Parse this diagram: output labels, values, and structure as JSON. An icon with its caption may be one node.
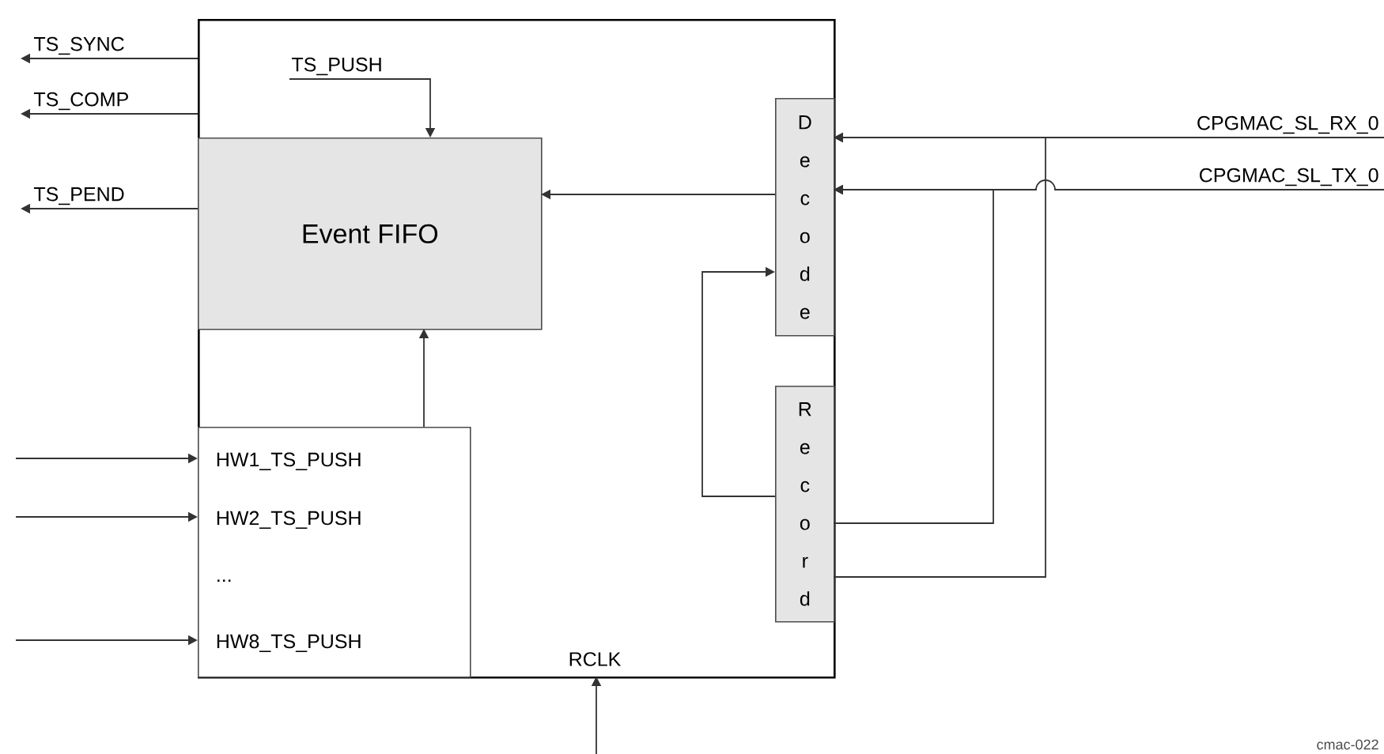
{
  "diagram": {
    "nodes": [
      {
        "text": [],
        "shape": "box"
      },
      {
        "text": [
          "Event FIFO"
        ],
        "in": 0
      },
      {
        "text": [
          "HW1_TS_PUSH",
          "HW2_TS_PUSH",
          "...",
          "HW8_TS_PUSH"
        ],
        "in": 0
      },
      {
        "text": [
          "D e c o d e"
        ],
        "in": 0
      },
      {
        "text": [
          "R e c o r d"
        ],
        "in": 0
      }
    ],
    "edges": [
      {
        "from": 0,
        "to": null,
        "arrow": "to",
        "label": "TS_SYNC"
      },
      {
        "from": 0,
        "to": null,
        "arrow": "to",
        "label": "TS_COMP"
      },
      {
        "from": 1,
        "to": null,
        "arrow": "to",
        "label": "TS_PEND"
      },
      {
        "from": null,
        "to": 1,
        "arrow": "to",
        "label": "TS_PUSH"
      },
      {
        "from": 3,
        "to": 1,
        "arrow": "to"
      },
      {
        "from": 2,
        "to": 1,
        "arrow": "to"
      },
      {
        "from": null,
        "to": 2,
        "arrow": "to"
      },
      {
        "from": null,
        "to": 2,
        "arrow": "to"
      },
      {
        "from": null,
        "to": 2,
        "arrow": "to"
      },
      {
        "from": null,
        "to": 3,
        "arrow": "to",
        "label": "CPGMAC_SL_RX_0"
      },
      {
        "from": null,
        "to": 3,
        "arrow": "to",
        "label": "CPGMAC_SL_TX_0"
      },
      {
        "from": 4,
        "to": 3,
        "arrow": "to"
      },
      {
        "from": 4,
        "to": 3,
        "arrow": "to"
      },
      {
        "from": 4,
        "to": 3,
        "arrow": "to"
      },
      {
        "from": null,
        "to": 0,
        "arrow": "to",
        "label": "RCLK"
      }
    ],
    "labels": [
      "cmac-022"
    ]
  }
}
